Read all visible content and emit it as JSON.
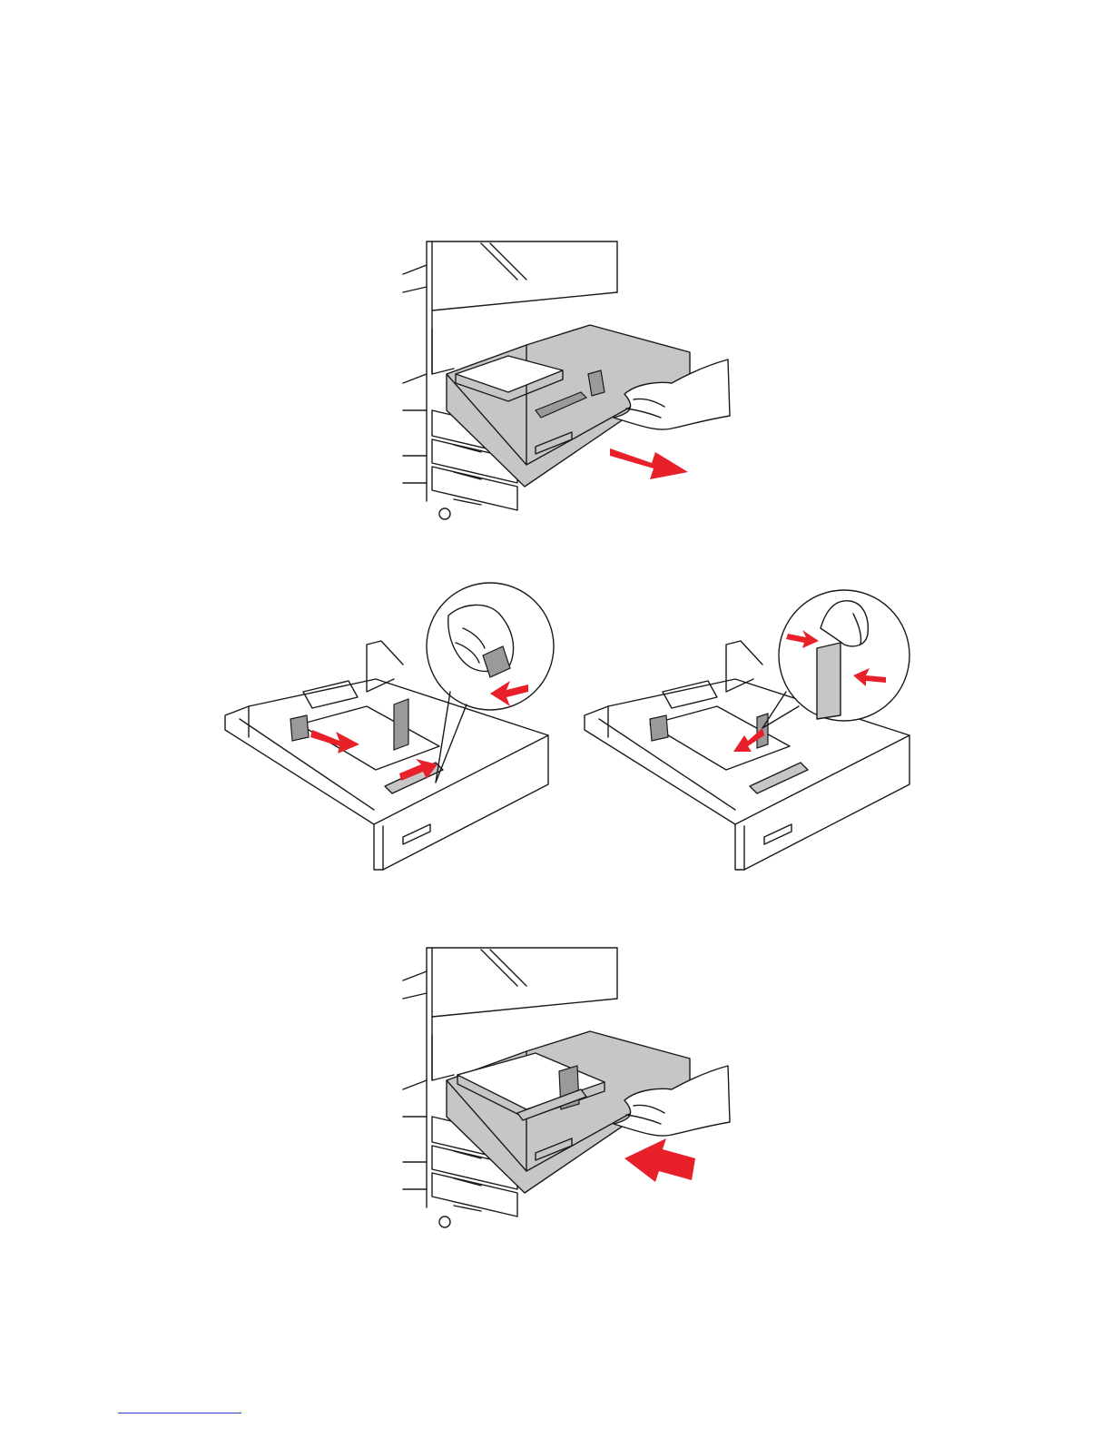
{
  "figures": [
    {
      "id": "pull-tray",
      "arrow": "out"
    },
    {
      "id": "adjust-length-guide",
      "arrow": "squeeze"
    },
    {
      "id": "adjust-width-guide",
      "arrow": "squeeze"
    },
    {
      "id": "push-tray",
      "arrow": "in"
    }
  ],
  "colors": {
    "arrow": "#e8202a",
    "tray": "#c6c6c6",
    "footer_rule": "#2b3cc9"
  }
}
